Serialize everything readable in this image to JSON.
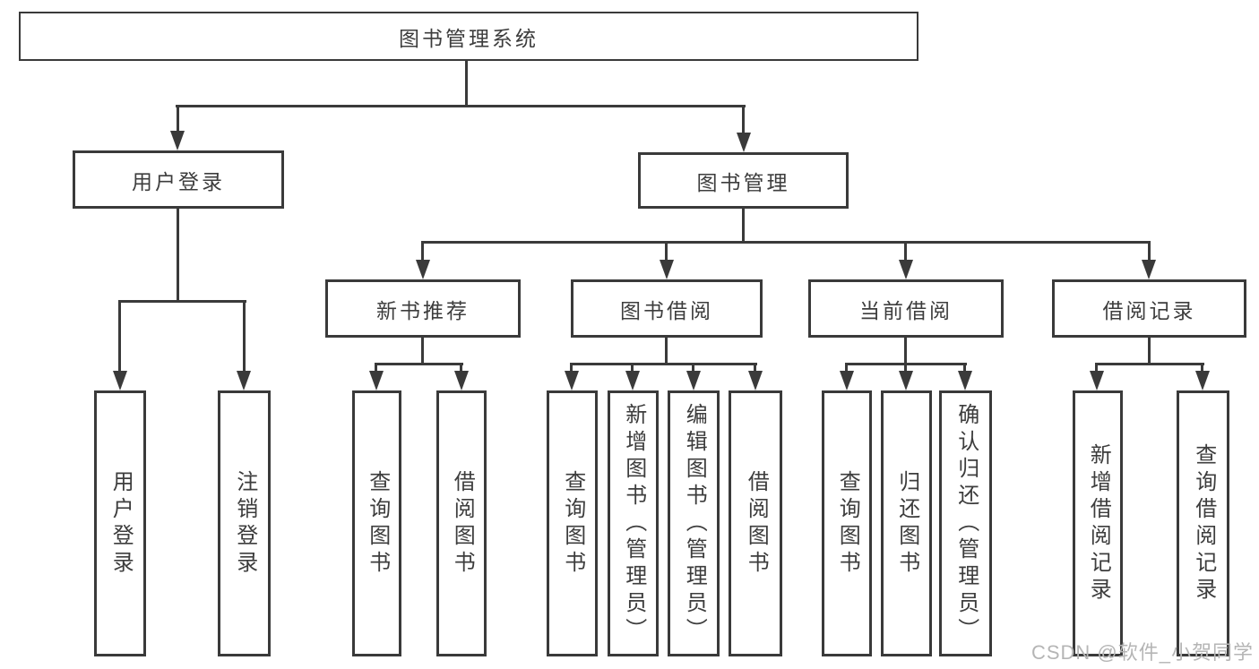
{
  "diagram": {
    "type": "hierarchy-tree",
    "line_color": "#3a3a3a",
    "box_border_color": "#3a3a3a",
    "text_color": "#3d3d3d",
    "background_color": "#ffffff",
    "tree": {
      "label": "图书管理系统",
      "children": [
        {
          "label": "用户登录",
          "children": [
            {
              "label": "用户登录"
            },
            {
              "label": "注销登录"
            }
          ]
        },
        {
          "label": "图书管理",
          "children": [
            {
              "label": "新书推荐",
              "children": [
                {
                  "label": "查询图书"
                },
                {
                  "label": "借阅图书"
                }
              ]
            },
            {
              "label": "图书借阅",
              "children": [
                {
                  "label": "查询图书"
                },
                {
                  "label": "新增图书（管理员）"
                },
                {
                  "label": "编辑图书（管理员）"
                },
                {
                  "label": "借阅图书"
                }
              ]
            },
            {
              "label": "当前借阅",
              "children": [
                {
                  "label": "查询图书"
                },
                {
                  "label": "归还图书"
                },
                {
                  "label": "确认归还（管理员）"
                }
              ]
            },
            {
              "label": "借阅记录",
              "children": [
                {
                  "label": "新增借阅记录"
                },
                {
                  "label": "查询借阅记录"
                }
              ]
            }
          ]
        }
      ]
    }
  },
  "watermark": {
    "text": "CSDN @软件_小贺同学",
    "color": "#b5b5b5"
  }
}
